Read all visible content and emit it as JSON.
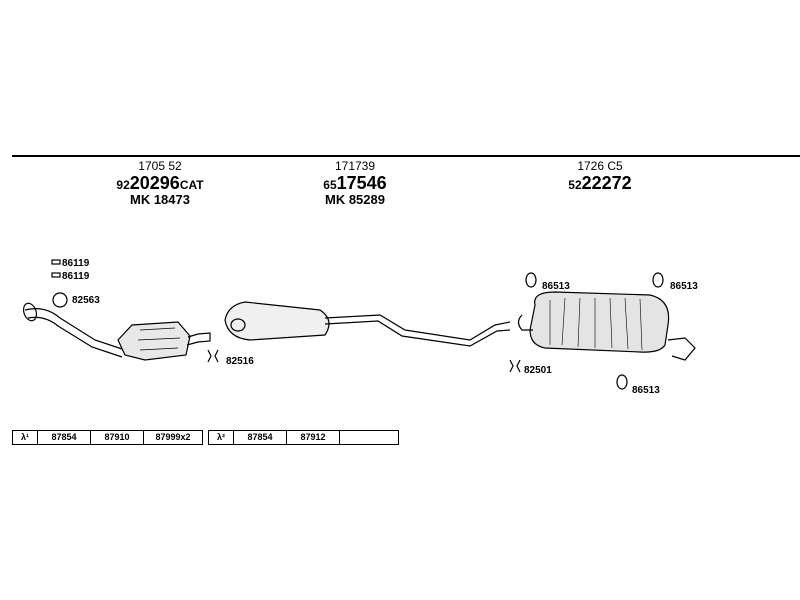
{
  "sections": [
    {
      "ref": "1705 52",
      "num_prefix": "92",
      "num_main": "20296",
      "num_suffix": "CAT",
      "mk": "MK 18473"
    },
    {
      "ref": "171739",
      "num_prefix": "65",
      "num_main": "17546",
      "num_suffix": "",
      "mk": "MK 85289"
    },
    {
      "ref": "1726 C5",
      "num_prefix": "52",
      "num_main": "22272",
      "num_suffix": "",
      "mk": ""
    }
  ],
  "parts": {
    "p86119a": "86119",
    "p86119b": "86119",
    "p82563": "82563",
    "p82516": "82516",
    "p86513a": "86513",
    "p86513b": "86513",
    "p82501": "82501",
    "p86513c": "86513"
  },
  "table1": {
    "lambda": "λ¹",
    "cells": [
      "87854",
      "87910",
      "87999x2"
    ]
  },
  "table2": {
    "lambda": "λ²",
    "cells": [
      "87854",
      "87912",
      ""
    ]
  }
}
